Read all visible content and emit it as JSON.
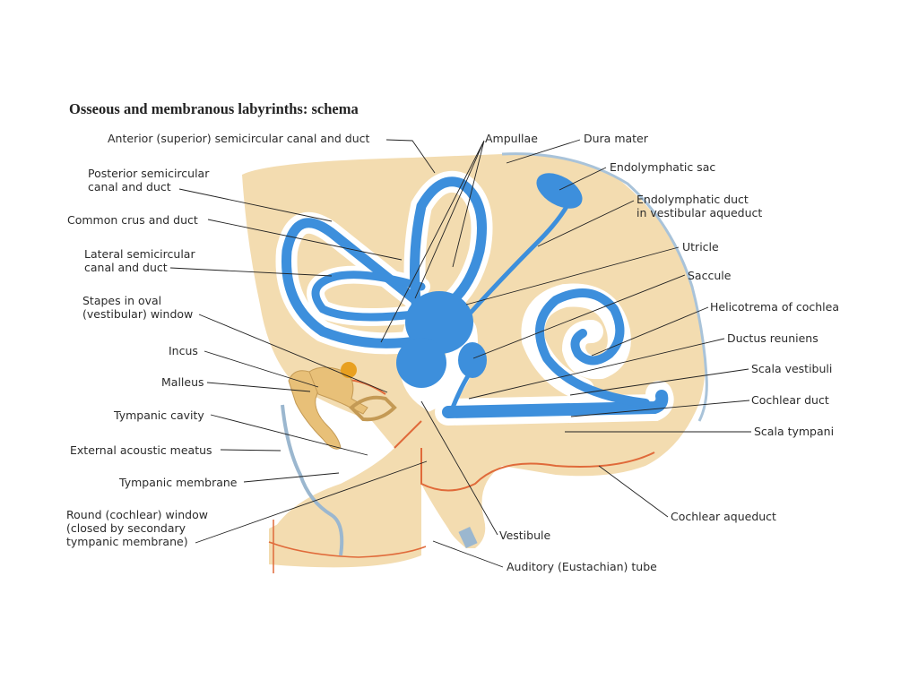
{
  "title": "Osseous and membranous labyrinths: schema",
  "labels": {
    "anterior_canal": "Anterior (superior) semicircular canal and duct",
    "posterior_canal": [
      "Posterior semicircular",
      "canal and duct"
    ],
    "common_crus": "Common crus and duct",
    "lateral_canal": [
      "Lateral semicircular",
      "canal and duct"
    ],
    "stapes": [
      "Stapes in oval",
      "(vestibular) window"
    ],
    "incus": "Incus",
    "malleus": "Malleus",
    "tympanic_cavity": "Tympanic cavity",
    "external_meatus": "External acoustic meatus",
    "tympanic_membrane": "Tympanic membrane",
    "round_window": [
      "Round (cochlear) window",
      "(closed by secondary",
      "tympanic membrane)"
    ],
    "ampullae": "Ampullae",
    "dura_mater": "Dura mater",
    "endolymphatic_sac": "Endolymphatic sac",
    "endolymphatic_duct": [
      "Endolymphatic duct",
      "in vestibular aqueduct"
    ],
    "utricle": "Utricle",
    "saccule": "Saccule",
    "helicotrema": "Helicotrema of cochlea",
    "ductus_reuniens": "Ductus reuniens",
    "scala_vestibuli": "Scala vestibuli",
    "cochlear_duct": "Cochlear duct",
    "scala_tympani": "Scala tympani",
    "cochlear_aqueduct": "Cochlear aqueduct",
    "vestibule": "Vestibule",
    "auditory_tube": "Auditory (Eustachian) tube"
  },
  "colors": {
    "bone": "#f3dcb0",
    "perilymph": "#ffffff",
    "endolymph": "#3d8fdc",
    "ossicle": "#e8c078",
    "stapes_footplate": "#e8a020",
    "mucosa": "#e06a3a",
    "dura": "#a9c3d9",
    "leader_line": "#222222"
  }
}
